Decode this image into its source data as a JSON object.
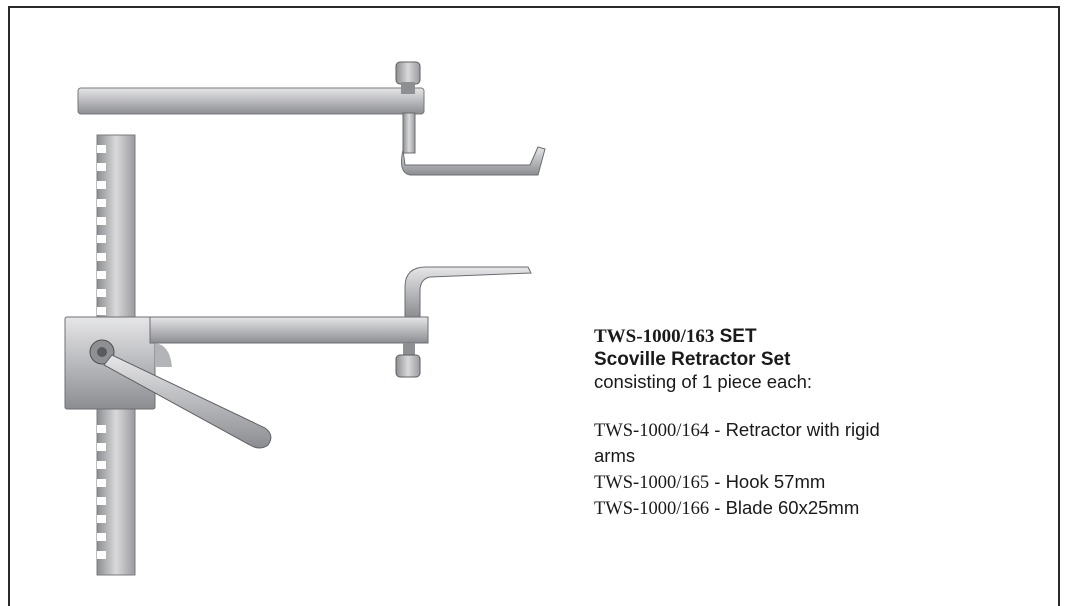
{
  "product": {
    "code": "TWS-1000/163",
    "code_suffix": " SET",
    "title": "Scoville Retractor Set",
    "intro": "consisting of 1 piece each:"
  },
  "items": [
    {
      "code": "TWS-1000/164",
      "separator": " - ",
      "description": "Retractor with rigid arms"
    },
    {
      "code": "TWS-1000/165",
      "separator": " - ",
      "description": "Hook 57mm"
    },
    {
      "code": "TWS-1000/166",
      "separator": " - ",
      "description": "Blade 60x25mm"
    }
  ],
  "colors": {
    "steel_light": "#d4d4d6",
    "steel_mid": "#a9aaad",
    "steel_dark": "#6e6f73",
    "border": "#2a2a2a"
  },
  "icons": {
    "illustration": "scoville-retractor-image"
  }
}
